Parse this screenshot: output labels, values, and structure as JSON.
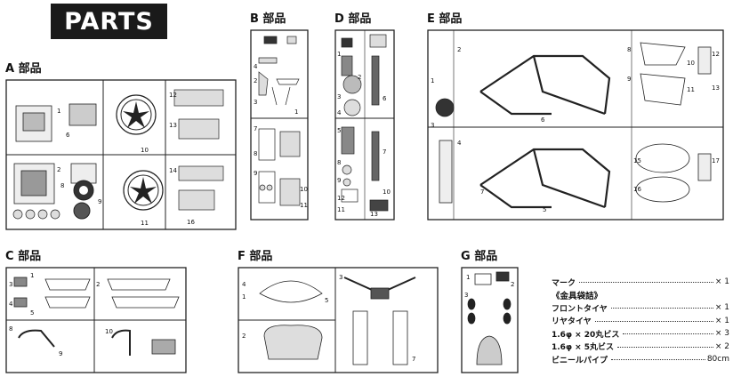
{
  "title": "PARTS",
  "sections": {
    "a": {
      "label": "A 部品"
    },
    "b": {
      "label": "B 部品"
    },
    "c": {
      "label": "C 部品"
    },
    "d": {
      "label": "D 部品"
    },
    "e": {
      "label": "E 部品"
    },
    "f": {
      "label": "F 部品"
    },
    "g": {
      "label": "G 部品"
    }
  },
  "parts_list": {
    "items": [
      {
        "label": "マーク",
        "qty": "× 1"
      },
      {
        "label": "《金具袋詰》",
        "qty": ""
      },
      {
        "label": "フロントタイヤ",
        "qty": "× 1"
      },
      {
        "label": "リヤタイヤ",
        "qty": "× 1"
      },
      {
        "label": "1.6φ × 20丸ビス",
        "qty": "× 3"
      },
      {
        "label": "1.6φ × 5丸ビス",
        "qty": "× 2"
      },
      {
        "label": "ビニールパイプ",
        "qty": "80cm"
      }
    ]
  }
}
